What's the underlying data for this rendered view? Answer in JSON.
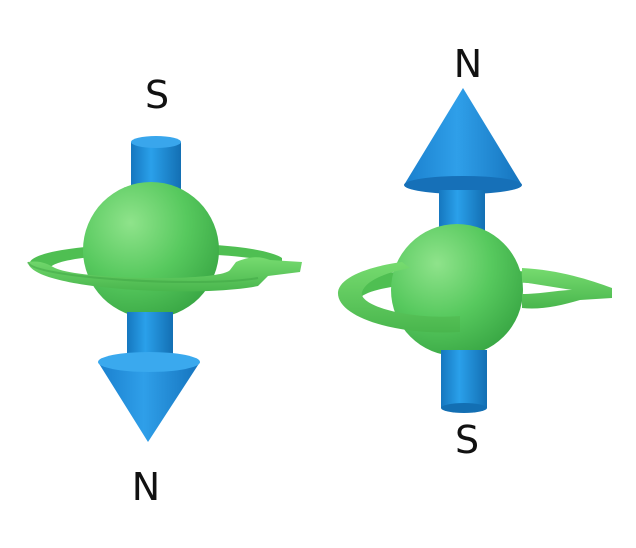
{
  "diagram": {
    "spins": [
      {
        "id": "spin-down",
        "top_label": "S",
        "bottom_label": "N",
        "arrow_direction": "down"
      },
      {
        "id": "spin-up",
        "top_label": "N",
        "bottom_label": "S",
        "arrow_direction": "up"
      }
    ],
    "colors": {
      "sphere": "#57c95e",
      "ring": "#5fce5a",
      "rod": "#1a8fd6",
      "cone": "#1f86d8",
      "label": "#111111"
    }
  }
}
